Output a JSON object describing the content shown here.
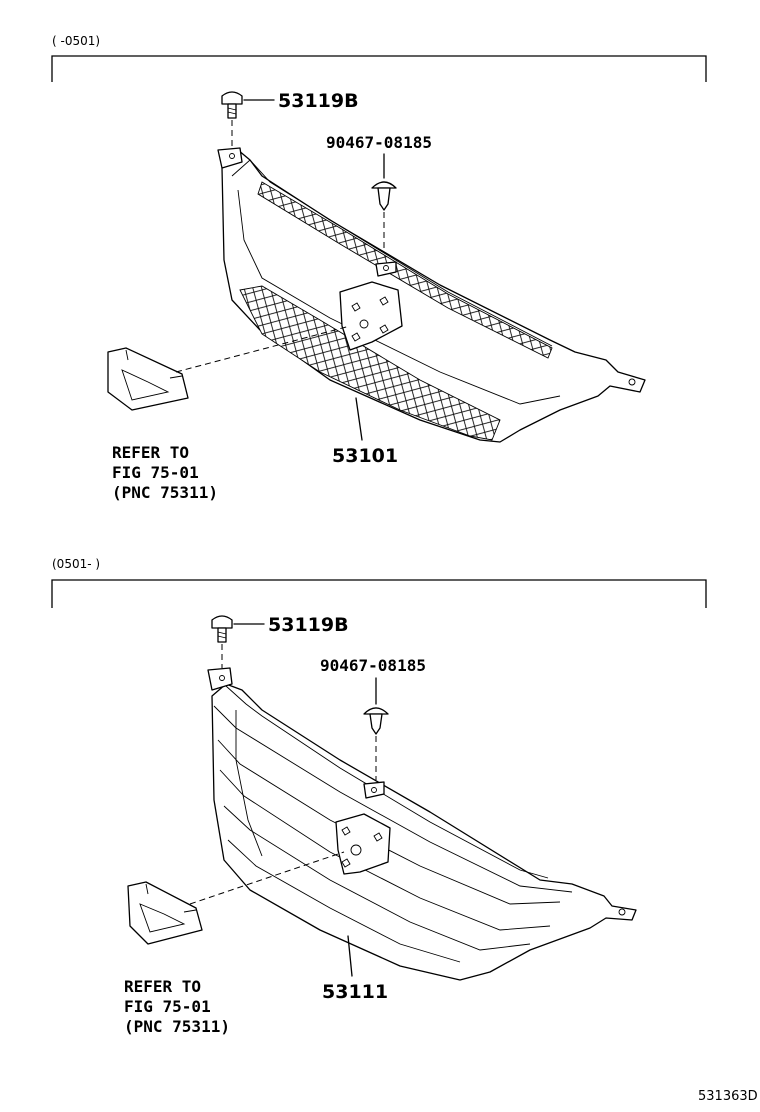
{
  "top": {
    "date_range": "(      -0501)",
    "part_bolt": "53119B",
    "part_clip": "90467-08185",
    "part_grille": "53101",
    "refer_lines": [
      "REFER TO",
      "FIG 75-01",
      "(PNC 75311)"
    ]
  },
  "bottom": {
    "date_range": "(0501-      )",
    "part_bolt": "53119B",
    "part_clip": "90467-08185",
    "part_grille": "53111",
    "refer_lines": [
      "REFER TO",
      "FIG 75-01",
      "(PNC 75311)"
    ]
  },
  "diagram_code": "531363D"
}
